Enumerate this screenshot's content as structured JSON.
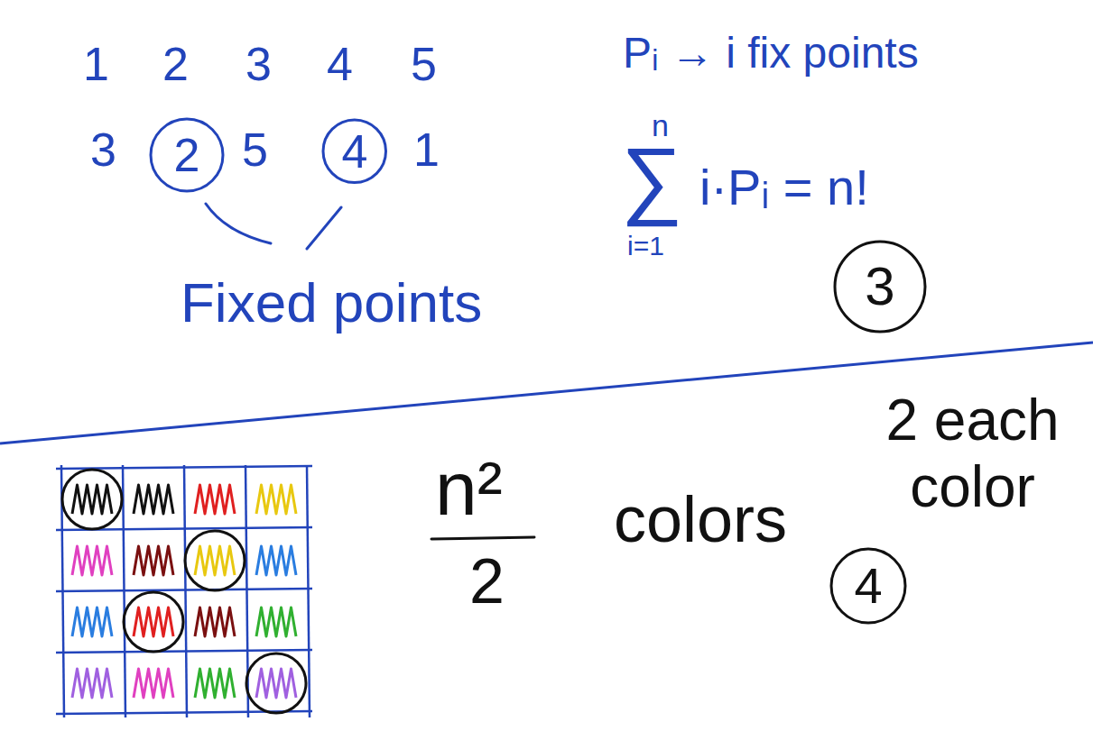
{
  "diagram": {
    "nodes": [
      {
        "text": [
          "2"
        ]
      },
      {
        "text": [
          "4"
        ]
      },
      {
        "text": [
          "3"
        ]
      },
      {
        "text": [
          "4"
        ]
      }
    ],
    "labels": [
      "1",
      "2",
      "3",
      "4",
      "5",
      "3",
      "5",
      "1",
      "Fixed points",
      "Pᵢ → i fix points",
      "∑",
      "n",
      "i=1",
      "i·Pᵢ = n!",
      "n²",
      "2",
      "colors",
      "2 each color"
    ]
  }
}
